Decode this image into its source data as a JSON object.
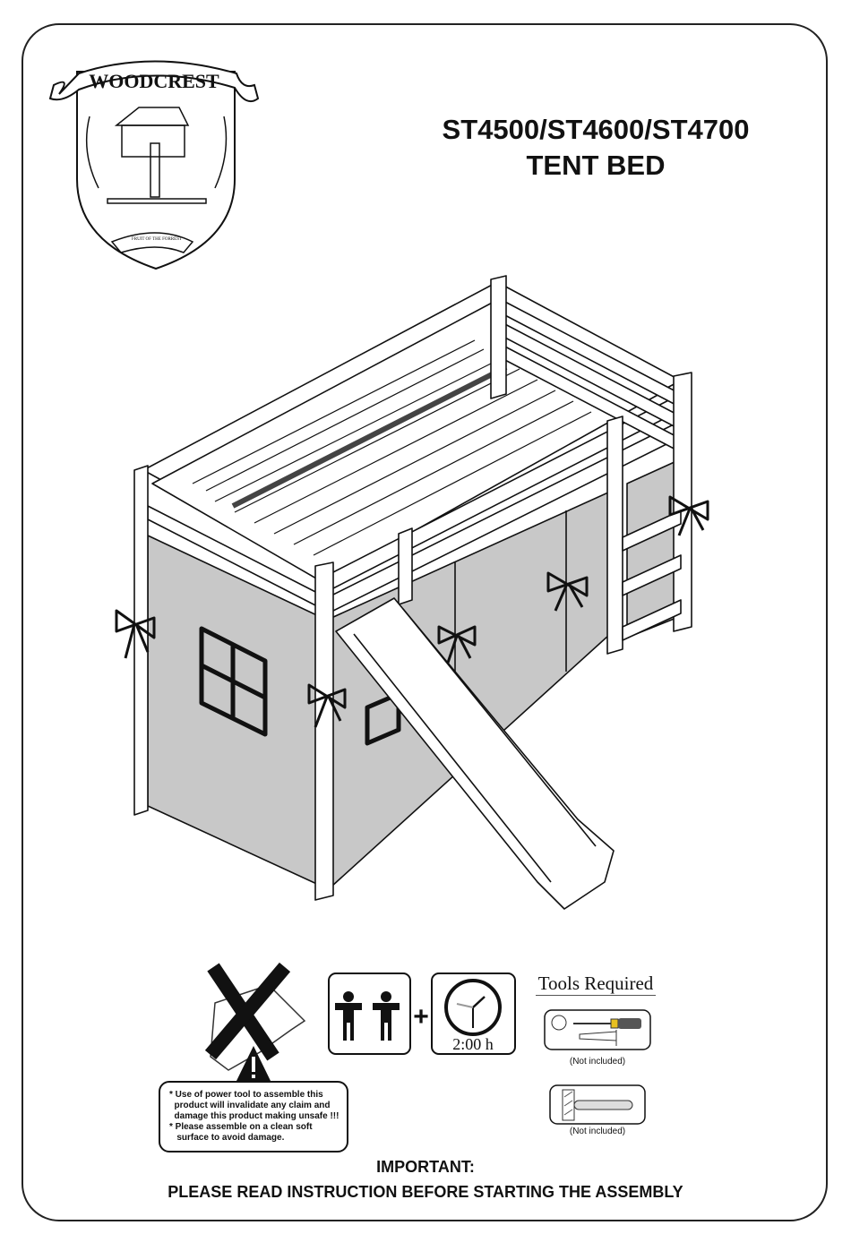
{
  "logo": {
    "brand": "WOODCREST",
    "motto": "FRUIT OF THE FORREST"
  },
  "header": {
    "model": "ST4500/ST4600/ST4700",
    "product": "TENT BED"
  },
  "icons": [
    "no-power-tool-icon",
    "two-people-icon",
    "clock-icon",
    "screwdriver-icon",
    "pliers-icon",
    "hammer-icon",
    "warning-icon"
  ],
  "assembly": {
    "people_required": 2,
    "time": "2:00 h",
    "plus": "+"
  },
  "warning": {
    "lines": [
      "* Use of power tool to assemble this",
      "  product will invalidate any claim and",
      "  damage this product making unsafe !!!",
      "* Please assemble on a clean soft",
      "   surface to avoid damage."
    ]
  },
  "tools": {
    "title": "Tools Required",
    "note1": "(Not included)",
    "note2": "(Not included)"
  },
  "footer": {
    "line1": "IMPORTANT:",
    "line2": "PLEASE READ INSTRUCTION BEFORE STARTING THE ASSEMBLY"
  },
  "colors": {
    "curtain": "#c8c8c8",
    "line": "#111111",
    "screwdriver_handle": "#e8c020"
  }
}
